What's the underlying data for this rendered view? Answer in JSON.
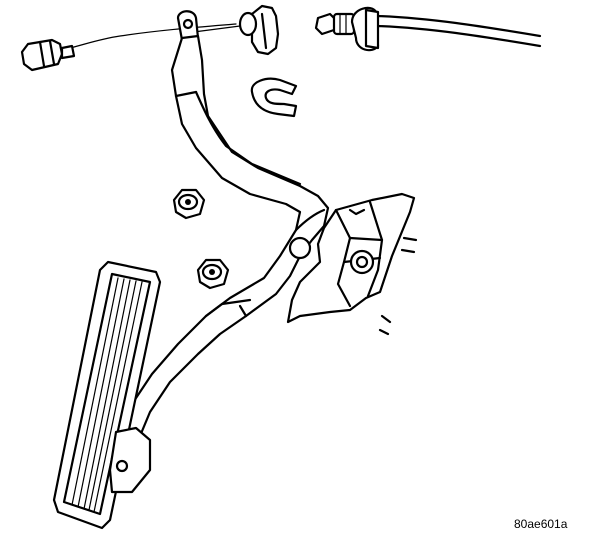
{
  "figure": {
    "reference_code": "80ae601a"
  },
  "components": [
    {
      "name": "throttle-cable",
      "icon": "cable-icon"
    },
    {
      "name": "cable-end-plug",
      "icon": "connector-icon"
    },
    {
      "name": "cable-grommet",
      "icon": "grommet-icon"
    },
    {
      "name": "cable-adjuster",
      "icon": "adjuster-icon"
    },
    {
      "name": "retaining-clip",
      "icon": "clip-icon"
    },
    {
      "name": "pedal-lever-arm",
      "icon": "lever-icon"
    },
    {
      "name": "mounting-bracket",
      "icon": "bracket-icon"
    },
    {
      "name": "mounting-nut-upper",
      "icon": "nut-icon"
    },
    {
      "name": "mounting-nut-lower",
      "icon": "nut-icon"
    },
    {
      "name": "accelerator-pedal-pad",
      "icon": "pedal-pad-icon"
    }
  ],
  "colors": {
    "line": "#000000",
    "background": "#ffffff"
  }
}
